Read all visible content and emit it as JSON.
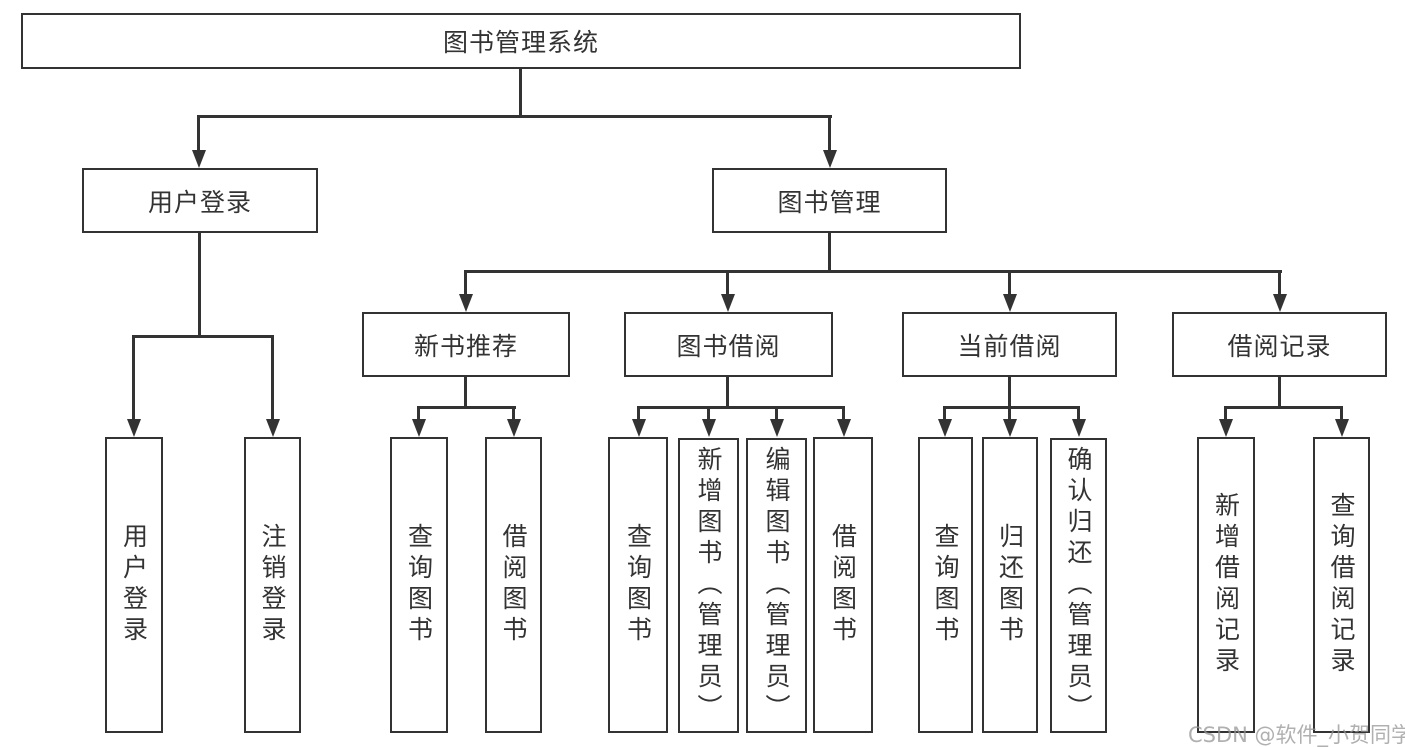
{
  "nodes": {
    "root": "图书管理系统",
    "user_login": "用户登录",
    "book_mgmt": "图书管理",
    "new_book_rec": "新书推荐",
    "book_borrow": "图书借阅",
    "current_borrow": "当前借阅",
    "borrow_record": "借阅记录",
    "leaf_user_login": "用户登录",
    "leaf_logout": "注销登录",
    "leaf_query_book_1": "查询图书",
    "leaf_borrow_book_1": "借阅图书",
    "leaf_query_book_2": "查询图书",
    "leaf_add_book": "新增图书（管理员）",
    "leaf_edit_book": "编辑图书（管理员）",
    "leaf_borrow_book_2": "借阅图书",
    "leaf_query_book_3": "查询图书",
    "leaf_return_book": "归还图书",
    "leaf_confirm_return": "确认归还（管理员）",
    "leaf_add_record": "新增借阅记录",
    "leaf_query_record": "查询借阅记录"
  },
  "watermark": "CSDN @软件_小贺同学",
  "colors": {
    "line": "#333333",
    "text": "#333333",
    "watermark": "#969696",
    "background": "#ffffff"
  }
}
